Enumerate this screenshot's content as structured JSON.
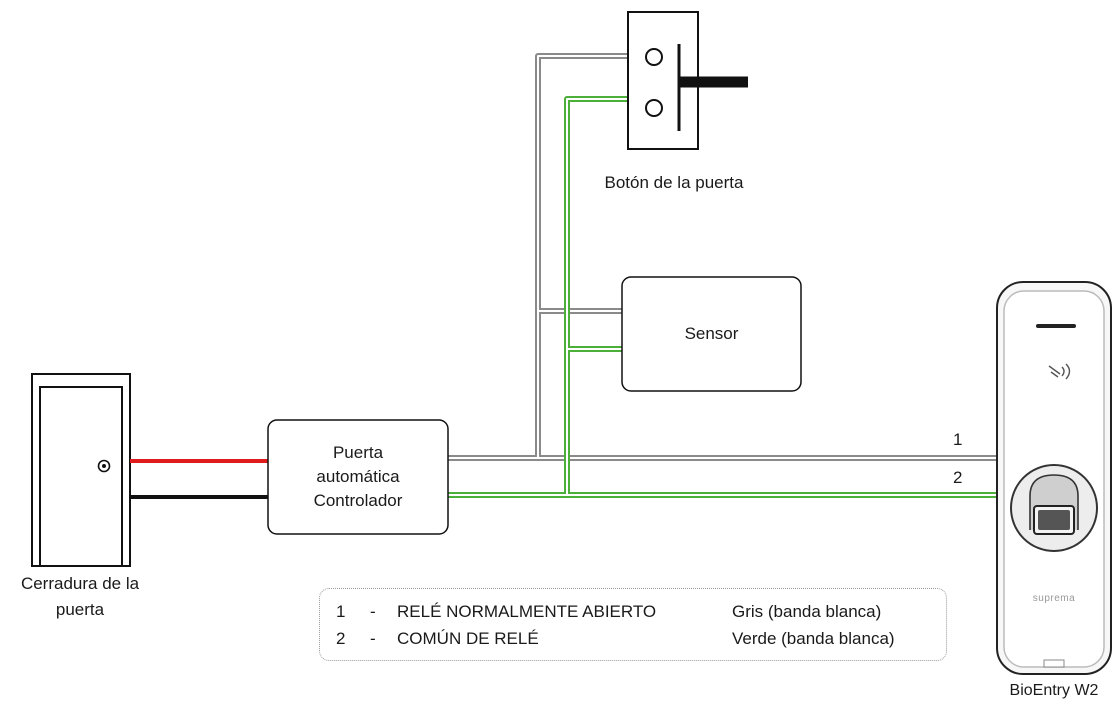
{
  "components": {
    "door_lock": "Cerradura de la puerta",
    "door_button": "Botón de la puerta",
    "sensor": "Sensor",
    "controller_line1": "Puerta",
    "controller_line2": "automática",
    "controller_line3": "Controlador",
    "device_name": "BioEntry W2",
    "device_brand": "suprema"
  },
  "wires": {
    "relay_no_number": "1",
    "relay_com_number": "2"
  },
  "legend": [
    {
      "num": "1",
      "dash": "-",
      "signal": "RELÉ NORMALMENTE ABIERTO",
      "color": "Gris (banda blanca)"
    },
    {
      "num": "2",
      "dash": "-",
      "signal": "COMÚN DE RELÉ",
      "color": "Verde (banda blanca)"
    }
  ],
  "colors": {
    "gray_wire": "#8a8a8a",
    "green_wire": "#4caf3a",
    "red_wire": "#e01b1b",
    "black_wire": "#111111"
  }
}
